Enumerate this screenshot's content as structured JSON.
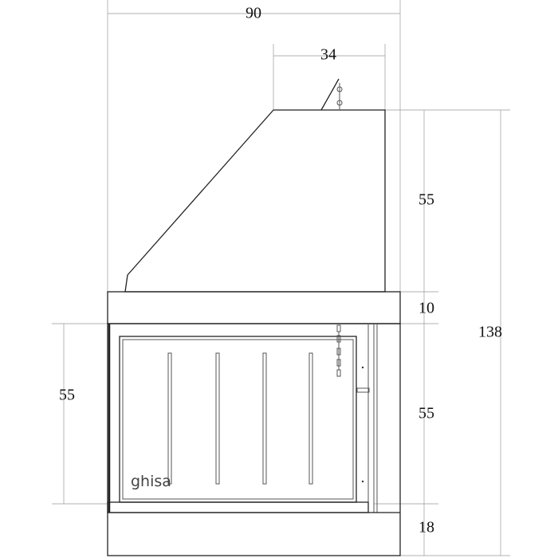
{
  "dimensions": {
    "overall_width": "90",
    "hood_top_width": "34",
    "hood_height": "55",
    "band_height": "10",
    "opening_height_right": "55",
    "base_height": "18",
    "overall_height": "138",
    "opening_height_left": "55"
  },
  "material_label": "ghisa",
  "colors": {
    "line": "#222222",
    "dimension_line": "#999999"
  }
}
